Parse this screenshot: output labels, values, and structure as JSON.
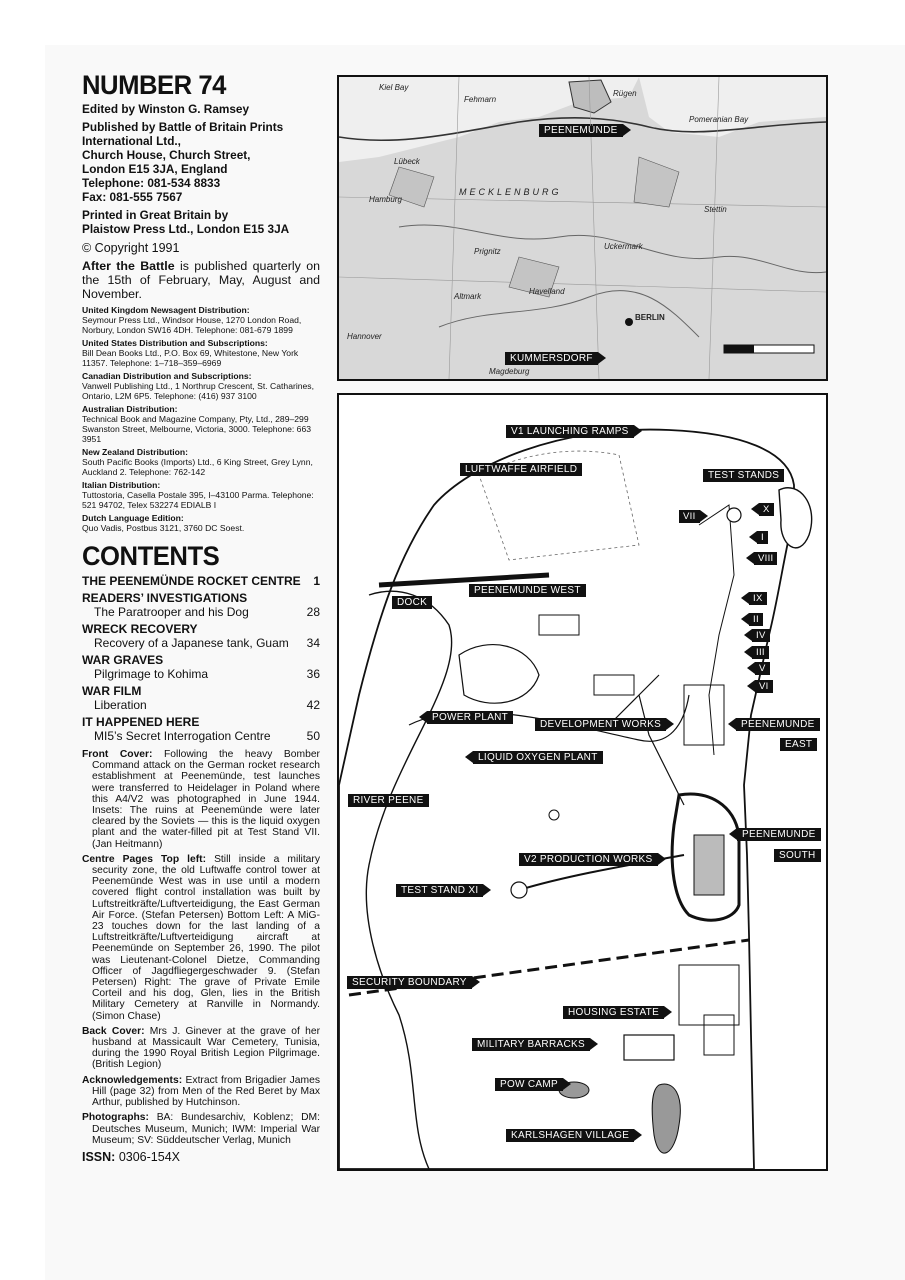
{
  "masthead": {
    "number": "NUMBER 74",
    "editor": "Edited by Winston G. Ramsey",
    "publisher_lines": [
      "Published by Battle of Britain Prints",
      "International Ltd.,",
      "Church House, Church Street,",
      "London E15 3JA, England",
      "Telephone: 081-534 8833",
      "Fax: 081-555 7567"
    ],
    "printer_lines": [
      "Printed in Great Britain by",
      "Plaistow Press Ltd., London E15 3JA"
    ],
    "copyright": "© Copyright 1991",
    "quarterly_title": "After the Battle",
    "quarterly_text": " is published quarterly on the 15th of February, May, August and November."
  },
  "distribution": [
    {
      "title": "United Kingdom Newsagent Distribution:",
      "text": "Seymour Press Ltd., Windsor House, 1270 London Road, Norbury, London SW16 4DH. Telephone: 081-679 1899"
    },
    {
      "title": "United States Distribution and Subscriptions:",
      "text": "Bill Dean Books Ltd., P.O. Box 69, Whitestone, New York 11357. Telephone: 1–718–359–6969"
    },
    {
      "title": "Canadian Distribution and Subscriptions:",
      "text": "Vanwell Publishing Ltd., 1 Northrup Crescent, St. Catharines, Ontario, L2M 6P5. Telephone: (416) 937 3100"
    },
    {
      "title": "Australian Distribution:",
      "text": "Technical Book and Magazine Company, Pty, Ltd., 289–299 Swanston Street, Melbourne, Victoria, 3000. Telephone: 663 3951"
    },
    {
      "title": "New Zealand Distribution:",
      "text": "South Pacific Books (Imports) Ltd., 6 King Street, Grey Lynn, Auckland 2. Telephone: 762-142"
    },
    {
      "title": "Italian Distribution:",
      "text": "Tuttostoria, Casella Postale 395, I–43100 Parma. Telephone: 521 94702, Telex 532274 EDIALB I"
    },
    {
      "title": "Dutch Language Edition:",
      "text": "Quo Vadis, Postbus 3121, 3760 DC Soest."
    }
  ],
  "contents": {
    "heading": "CONTENTS",
    "items": [
      {
        "title": "THE PEENEMÜNDE ROCKET CENTRE",
        "page": "1"
      },
      {
        "title": "READERS’ INVESTIGATIONS",
        "sub": "The Paratrooper and his Dog",
        "page": "28"
      },
      {
        "title": "WRECK RECOVERY",
        "sub": "Recovery of a Japanese tank, Guam",
        "page": "34"
      },
      {
        "title": "WAR GRAVES",
        "sub": "Pilgrimage to Kohima",
        "page": "36"
      },
      {
        "title": "WAR FILM",
        "sub": "Liberation",
        "page": "42"
      },
      {
        "title": "IT HAPPENED HERE",
        "sub": "MI5’s Secret Interrogation Centre",
        "page": "50"
      }
    ]
  },
  "notes": [
    {
      "label": "Front Cover:",
      "text": " Following the heavy Bomber Command attack on the German rocket research establishment at Peenemünde, test launches were transferred to Heidelager in Poland where this A4/V2 was photographed in June 1944. Insets: The ruins at Peenemünde were later cleared by the Soviets — this is the liquid oxygen plant and the water-filled pit at Test Stand VII. (Jan Heitmann)"
    },
    {
      "label": "Centre Pages Top left:",
      "text": " Still inside a military security zone, the old Luftwaffe control tower at Peenemünde West was in use until a modern covered flight control installation was built by Luftstreitkräfte/Luftverteidigung, the East German Air Force. (Stefan Petersen) Bottom Left: A MiG-23 touches down for the last landing of a Luftstreitkräfte/Luftverteidigung aircraft at Peenemünde on September 26, 1990. The pilot was Lieutenant-Colonel Dietze, Commanding Officer of Jagdfliegergeschwader 9. (Stefan Petersen) Right: The grave of Private Emile Corteil and his dog, Glen, lies in the British Military Cemetery at Ranville in Normandy. (Simon Chase)"
    },
    {
      "label": "Back Cover:",
      "text": " Mrs J. Ginever at the grave of her husband at Massicault War Cemetery, Tunisia, during the 1990 Royal British Legion Pilgrimage. (British Legion)"
    },
    {
      "label": "Acknowledgements:",
      "text": " Extract from Brigadier James Hill (page 32) from Men of the Red Beret by Max Arthur, published by Hutchinson."
    },
    {
      "label": "Photographs:",
      "text": " BA: Bundesarchiv, Koblenz; DM: Deutsches Museum, Munich; IWM: Imperial War Museum; SV: Süddeutscher Verlag, Munich"
    }
  ],
  "issn": {
    "label": "ISSN:",
    "value": " 0306-154X"
  },
  "region_map": {
    "labels": {
      "peenemunde": "PEENEMÜNDE",
      "kummersdorf": "KUMMERSDORF",
      "berlin": "BERLIN",
      "rugen": "Rügen",
      "pomeranian": "Pomeranian Bay",
      "mecklenburg": "MECKLENBURG",
      "hamburg": "Hamburg",
      "lubeck": "Lübeck",
      "stettin": "Stettin",
      "prignitz": "Prignitz",
      "altmark": "Altmark",
      "havelland": "Havelland",
      "magdeburg": "Magdeburg",
      "hannover": "Hannover",
      "uckermark": "Uckermark",
      "kiel_bay": "Kiel Bay",
      "fehmarn": "Fehmarn"
    }
  },
  "site_map": {
    "labels": {
      "v1": "V1 LAUNCHING RAMPS",
      "airfield": "LUFTWAFFE AIRFIELD",
      "test_stands": "TEST STANDS",
      "vii": "VII",
      "x": "X",
      "i": "I",
      "viii": "VIII",
      "dock": "DOCK",
      "west": "PEENEMUNDE WEST",
      "ix": "IX",
      "ii": "II",
      "iv": "IV",
      "iii": "III",
      "v": "V",
      "vi": "VI",
      "power": "POWER PLANT",
      "dev": "DEVELOPMENT WORKS",
      "east1": "PEENEMUNDE",
      "east2": "EAST",
      "lox": "LIQUID OXYGEN PLANT",
      "river": "RIVER PEENE",
      "south1": "PEENEMUNDE",
      "south2": "SOUTH",
      "v2": "V2 PRODUCTION WORKS",
      "ts11": "TEST STAND XI",
      "security": "SECURITY BOUNDARY",
      "housing": "HOUSING ESTATE",
      "barracks": "MILITARY BARRACKS",
      "pow": "POW CAMP",
      "karlshagen": "KARLSHAGEN VILLAGE"
    }
  }
}
